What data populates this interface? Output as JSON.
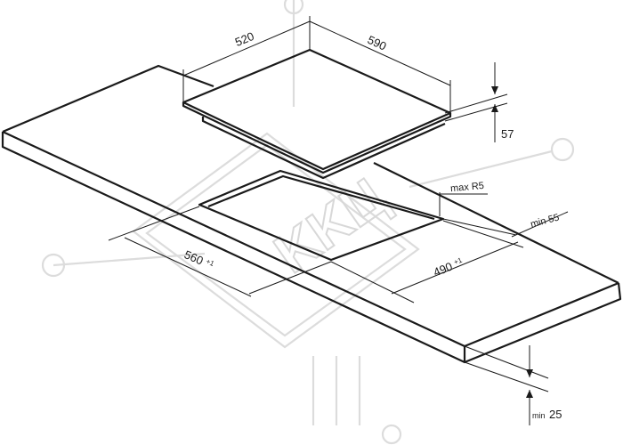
{
  "dimensions": {
    "hob_depth": {
      "value": "520"
    },
    "hob_width": {
      "value": "590"
    },
    "hob_height": {
      "value": "57"
    },
    "cutout_width": {
      "value": "560",
      "tolerance": "+1"
    },
    "cutout_depth": {
      "value": "490",
      "tolerance": "+1"
    },
    "corner_radius": {
      "value": "max R5"
    },
    "edge_distance": {
      "value": "min 55"
    },
    "worktop_thickness": {
      "prefix": "min",
      "value": "25"
    }
  },
  "watermark": {
    "text": "KKЦ"
  },
  "colors": {
    "line": "#1a1a1a",
    "watermark": "#dcdcdc",
    "background": "#ffffff"
  }
}
